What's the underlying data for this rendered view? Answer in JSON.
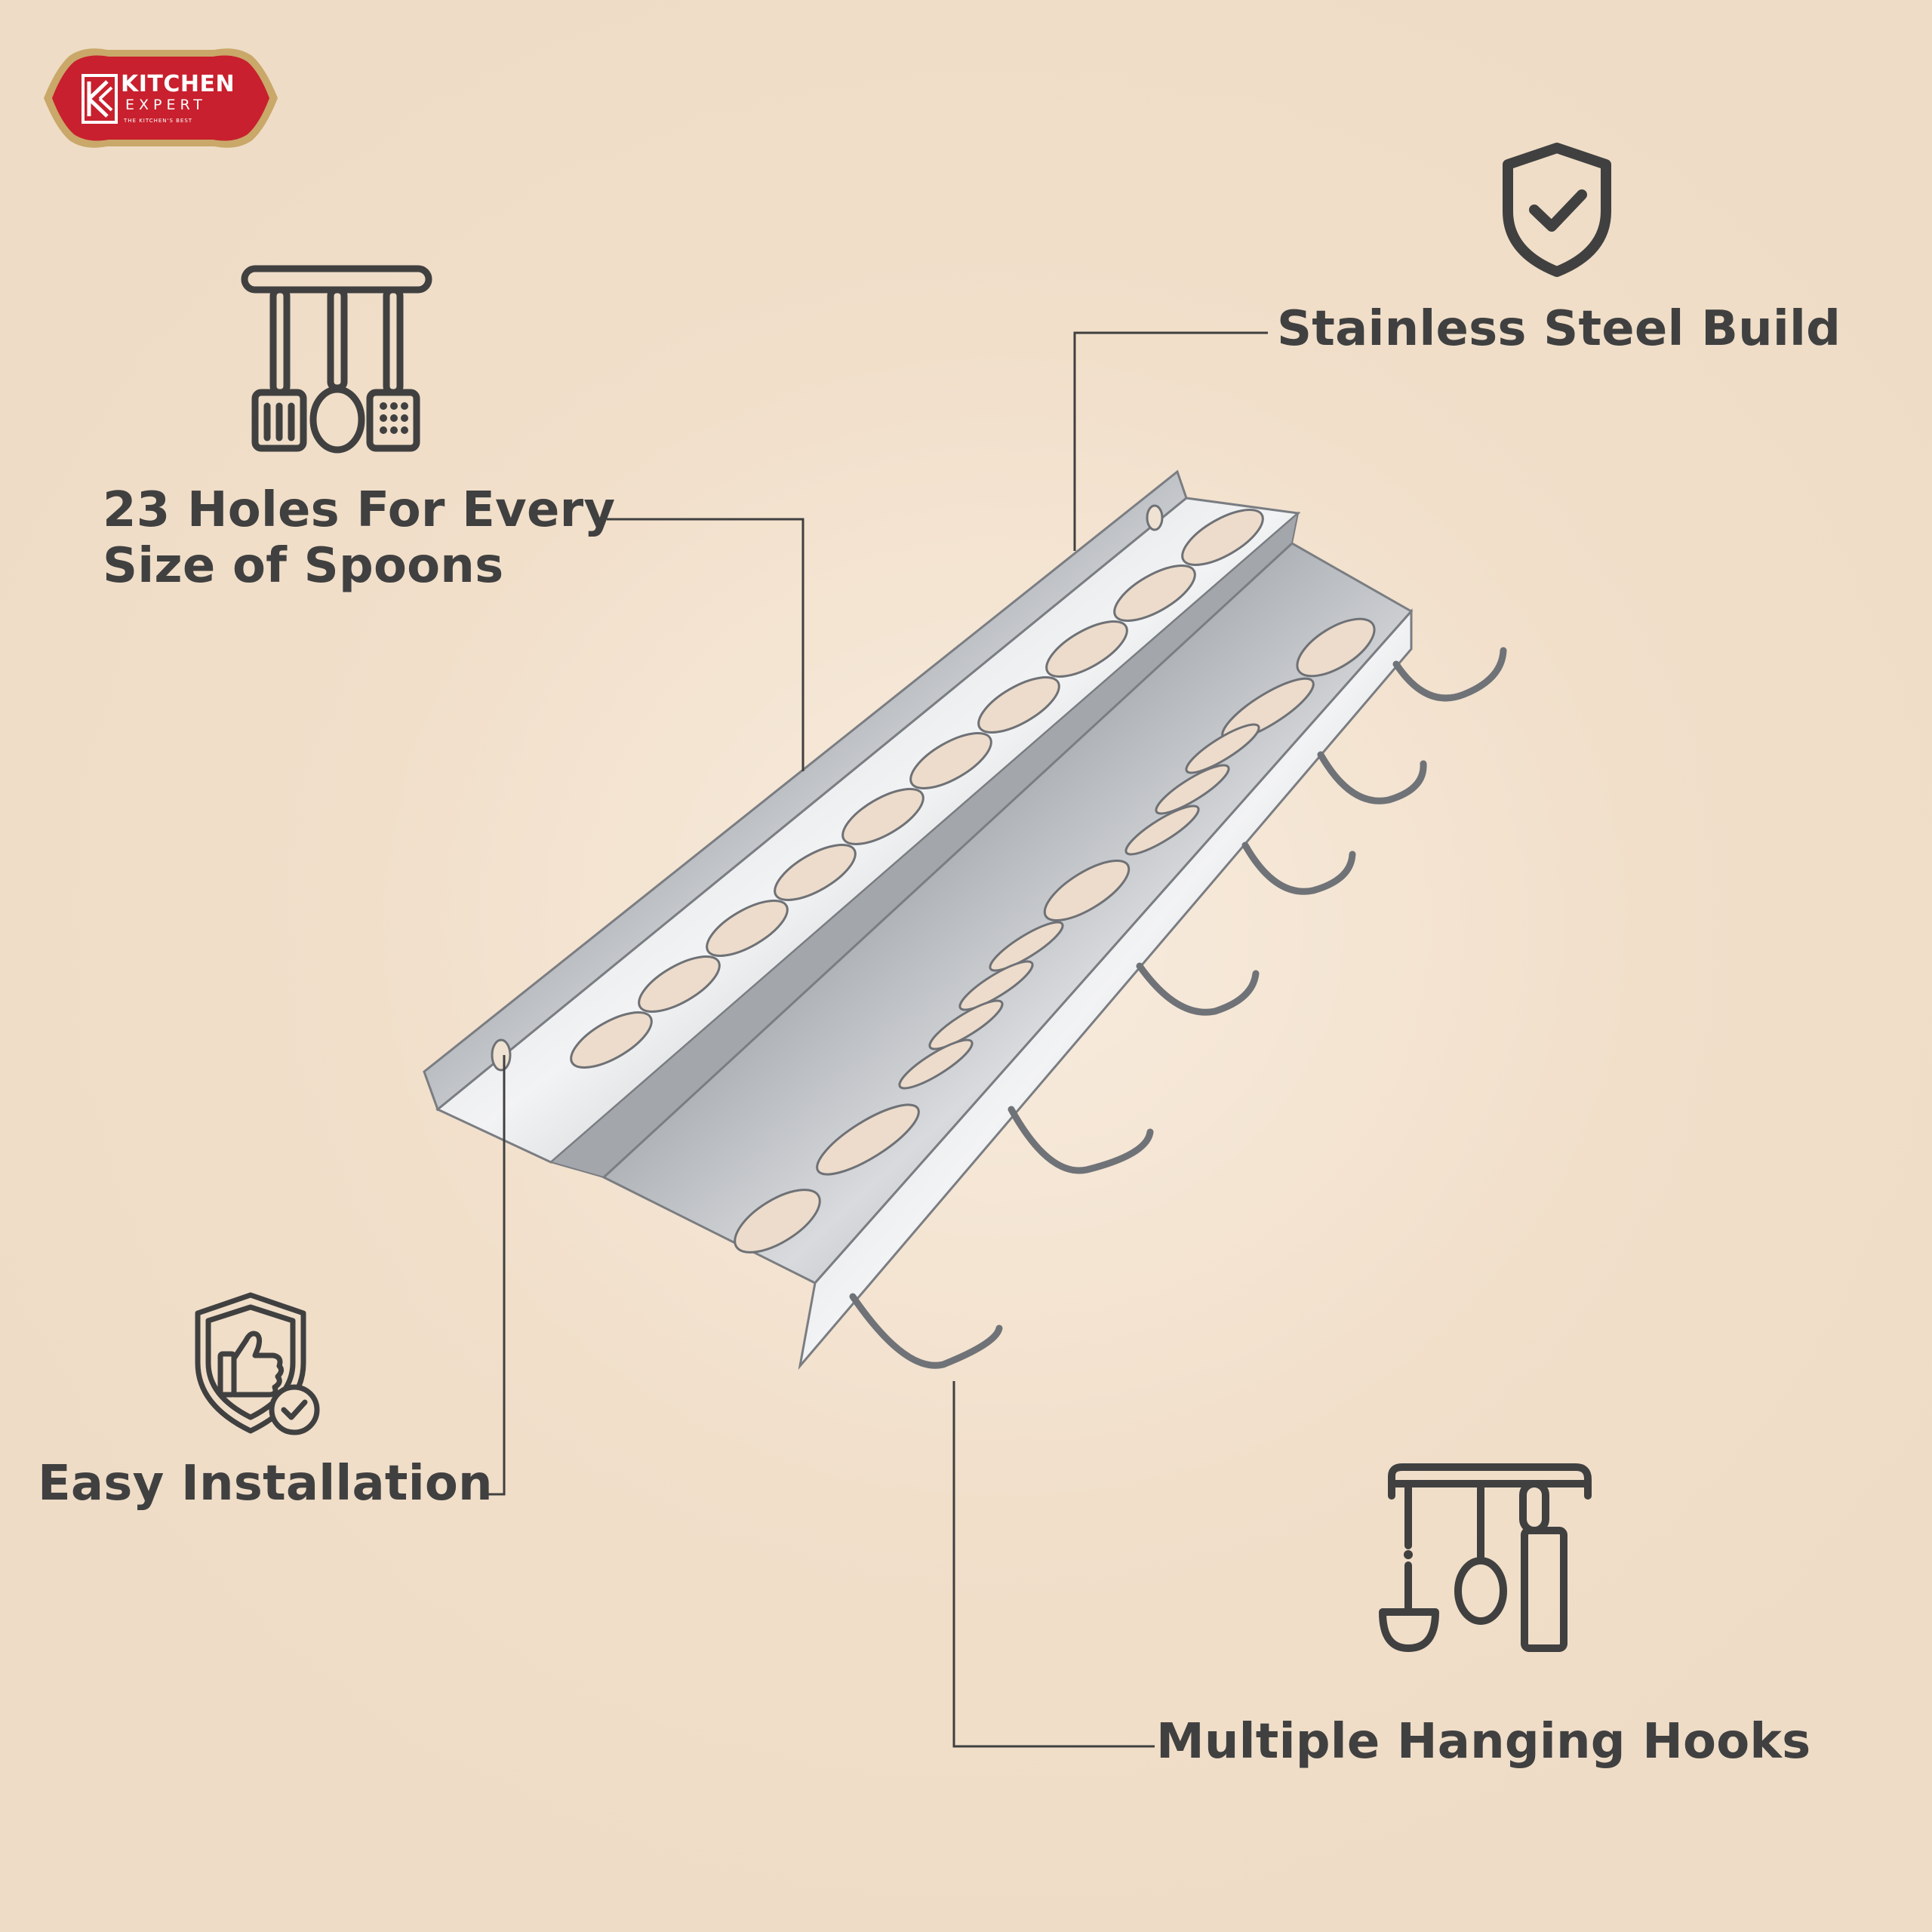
{
  "brand": {
    "name_line1": "KITCHEN",
    "name_line2": "EXPERT",
    "tagline": "THE KITCHEN'S BEST",
    "monogram": "KE",
    "color": "#c8202e"
  },
  "features": [
    {
      "label_lines": [
        "23 Holes For Every",
        "Size of Spoons"
      ],
      "icon": "hanging-utensils-icon"
    },
    {
      "label_lines": [
        "Stainless Steel Build"
      ],
      "icon": "shield-check-icon"
    },
    {
      "label_lines": [
        "Easy Installation"
      ],
      "icon": "thumbs-up-shield-icon"
    },
    {
      "label_lines": [
        "Multiple Hanging Hooks"
      ],
      "icon": "utensil-rack-icon"
    }
  ],
  "colors": {
    "text": "#404040",
    "icon_stroke": "#404040",
    "background": "#f1dfca",
    "steel": "#b9bcc0"
  },
  "product": {
    "hook_count": 6
  }
}
